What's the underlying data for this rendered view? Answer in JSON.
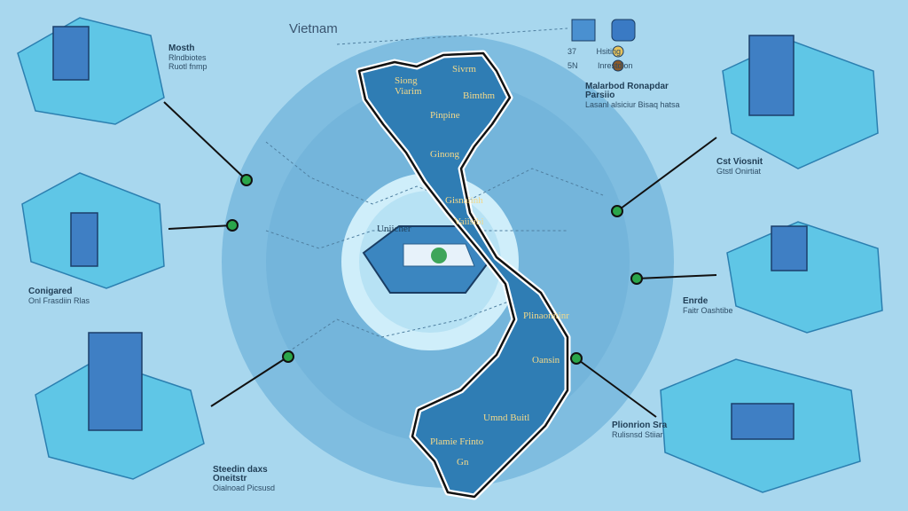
{
  "title": "Vietnam",
  "legend": [
    {
      "code": "37",
      "label": "Hsiting"
    },
    {
      "code": "5N",
      "label": "Inrestdion"
    }
  ],
  "top_right_note": {
    "heading": "Malarbod Ronapdar Parsiio",
    "text": "Lasanl alsiciur Bisaq hatsa"
  },
  "map_labels": [
    "Siong Viarim",
    "Sivrm",
    "Bimthm",
    "Pinpine",
    "Ginong",
    "Gisnaiinh",
    "Uniicher",
    "Vaiisibi",
    "Plinaonitinr",
    "Oansin",
    "Umnd Buitl",
    "Plamie Frinto",
    "Gn"
  ],
  "stations": [
    {
      "heading": "Mosth",
      "text": "Rlndbiotes Ruotl fnmp"
    },
    {
      "heading": "Conigared",
      "text": "Onl Frasdiin Rlas"
    },
    {
      "heading": "Steedin daxs Oneitstr",
      "text": "Oialnoad Picsusd"
    },
    {
      "heading": "Cst Viosnit",
      "text": "Gtstl Onirtiat"
    },
    {
      "heading": "Enrde",
      "text": "Faitr Oashtibe"
    },
    {
      "heading": "Plionrion Sra",
      "text": "Rulisnsd Stiiar"
    }
  ],
  "colors": {
    "background": "#a8d7ee",
    "map": "#2f7db4",
    "ring": "#6db2d8",
    "node": "#2aa64a",
    "platform": "#5fc6e6"
  }
}
